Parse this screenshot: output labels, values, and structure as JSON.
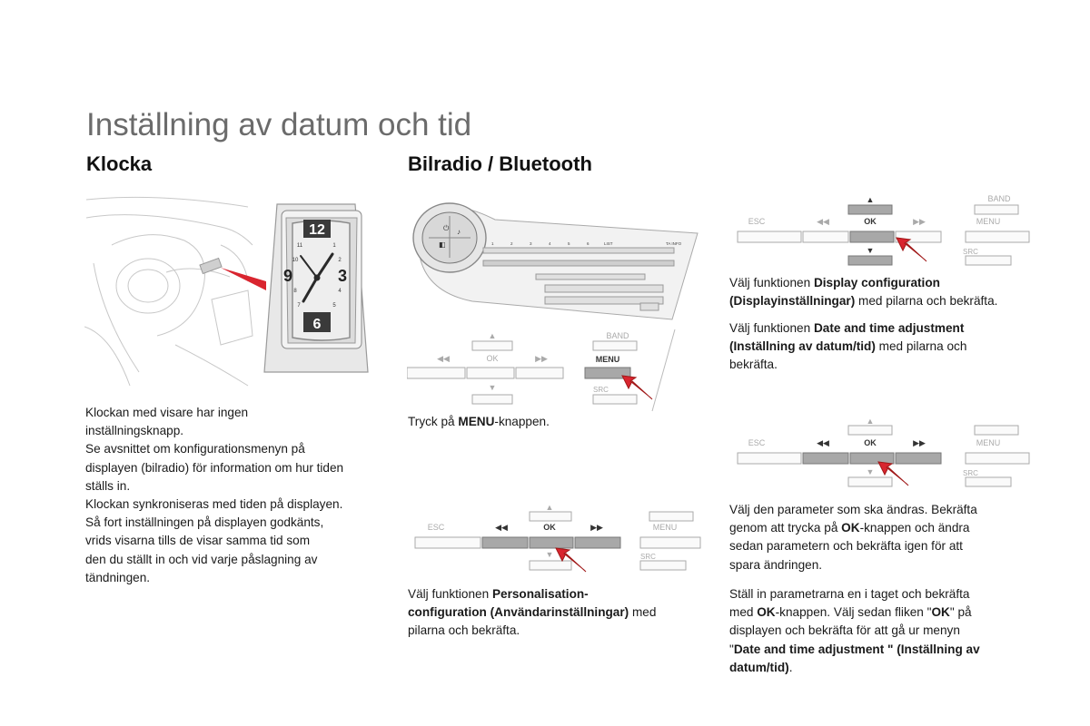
{
  "title": "Inställning av datum och tid",
  "sections": {
    "clock": {
      "heading": "Klocka",
      "paragraph_lines": [
        "Klockan med visare har ingen",
        "inställningsknapp.",
        "Se avsnittet om konfigurationsmenyn på",
        "displayen (bilradio) för information om hur tiden",
        "ställs in.",
        "Klockan synkroniseras med tiden på displayen.",
        "Så fort inställningen på displayen godkänts,",
        "vrids visarna tills de visar samma tid som",
        "den du ställt in och vid varje påslagning av",
        "tändningen."
      ],
      "dial_numbers": [
        "12",
        "3",
        "6",
        "9"
      ],
      "dial_small_numbers": [
        "1",
        "2",
        "4",
        "5",
        "7",
        "8",
        "10",
        "11"
      ]
    },
    "radio": {
      "heading": "Bilradio / Bluetooth",
      "step1": {
        "pre": "Tryck på ",
        "bold": "MENU",
        "post": "-knappen."
      },
      "step2": {
        "pre": "Välj funktionen ",
        "bold1": "Personalisation-",
        "bold2": "configuration (Användarinställningar)",
        "post1": " med",
        "line3": "pilarna och bekräfta."
      },
      "step3": {
        "pre": "Välj funktionen ",
        "bold1": "Display configuration",
        "bold2": "(Displayinställningar)",
        "post": " med pilarna och bekräfta."
      },
      "step4": {
        "pre": "Välj funktionen ",
        "bold1": "Date and time adjustment",
        "bold2": "(Inställning av datum/tid)",
        "post1": " med pilarna och",
        "line3": "bekräfta."
      },
      "step5": {
        "l1": "Välj den parameter som ska ändras. Bekräfta",
        "l2pre": "genom att trycka på ",
        "l2bold": "OK",
        "l2post": "-knappen och ändra",
        "l3": "sedan parametern och bekräfta igen för att",
        "l4": "spara ändringen."
      },
      "step6": {
        "l1": "Ställ in parametrarna en i taget och bekräfta",
        "l2pre": "med ",
        "l2bold": "OK",
        "l2mid": "-knappen. Välj sedan fliken \"",
        "l2bold2": "OK",
        "l2post": "\" på",
        "l3": "displayen och bekräfta för att gå ur menyn",
        "l4pre": "\"",
        "l4bold": "Date and time adjustment \" (Inställning av",
        "l5bold": "datum/tid)",
        "l5post": "."
      }
    }
  },
  "keypad": {
    "band": "BAND",
    "esc": "ESC",
    "ok": "OK",
    "menu": "MENU",
    "src": "SRC",
    "list": "LIST",
    "ta_info": "TA INFO",
    "preset_numbers": [
      "1",
      "2",
      "3",
      "4",
      "5",
      "6"
    ]
  },
  "colors": {
    "title_gray": "#6b6b6b",
    "arrow_red": "#d9252f",
    "key_gray": "#bdbdbd",
    "key_highlight": "#a8a8a8"
  }
}
